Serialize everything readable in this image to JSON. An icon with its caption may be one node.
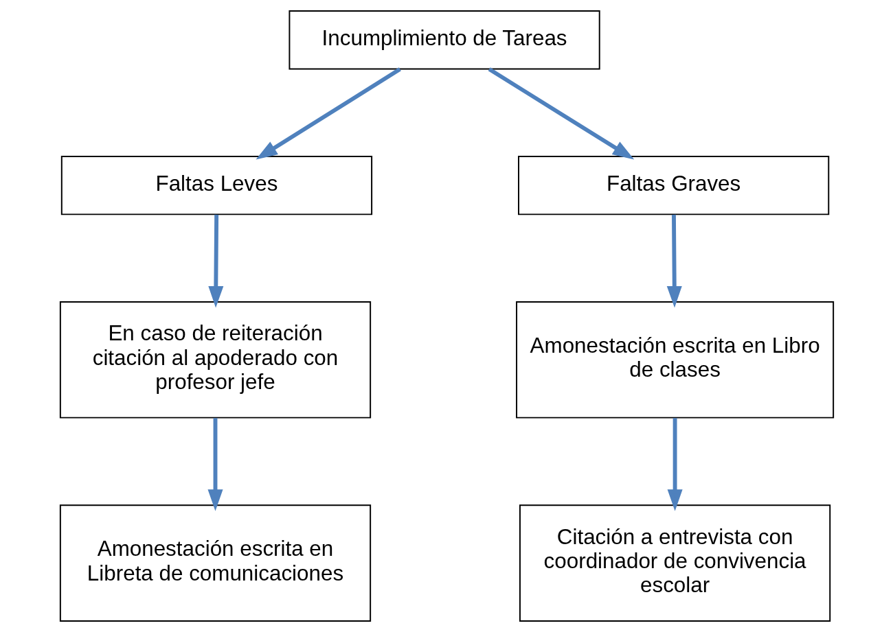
{
  "diagram": {
    "nodes": [
      {
        "text": [
          "Incumplimiento de Tareas"
        ]
      },
      {
        "text": [
          "Faltas Leves"
        ]
      },
      {
        "text": [
          "Faltas Graves"
        ]
      },
      {
        "text": [
          "En caso de reiteración citación al apoderado con profesor jefe"
        ]
      },
      {
        "text": [
          "Amonestación escrita en Libro de clases"
        ]
      },
      {
        "text": [
          "Amonestación escrita en Libreta de comunicaciones"
        ]
      },
      {
        "text": [
          "Citación a entrevista con coordinador de convivencia escolar"
        ]
      }
    ],
    "edges": [
      {
        "from": 0,
        "to": 1,
        "arrow": "to"
      },
      {
        "from": 0,
        "to": 2,
        "arrow": "to"
      },
      {
        "from": 1,
        "to": 3,
        "arrow": "to"
      },
      {
        "from": 2,
        "to": 4,
        "arrow": "to"
      },
      {
        "from": 3,
        "to": 5,
        "arrow": "to"
      },
      {
        "from": 4,
        "to": 6,
        "arrow": "to"
      }
    ]
  }
}
